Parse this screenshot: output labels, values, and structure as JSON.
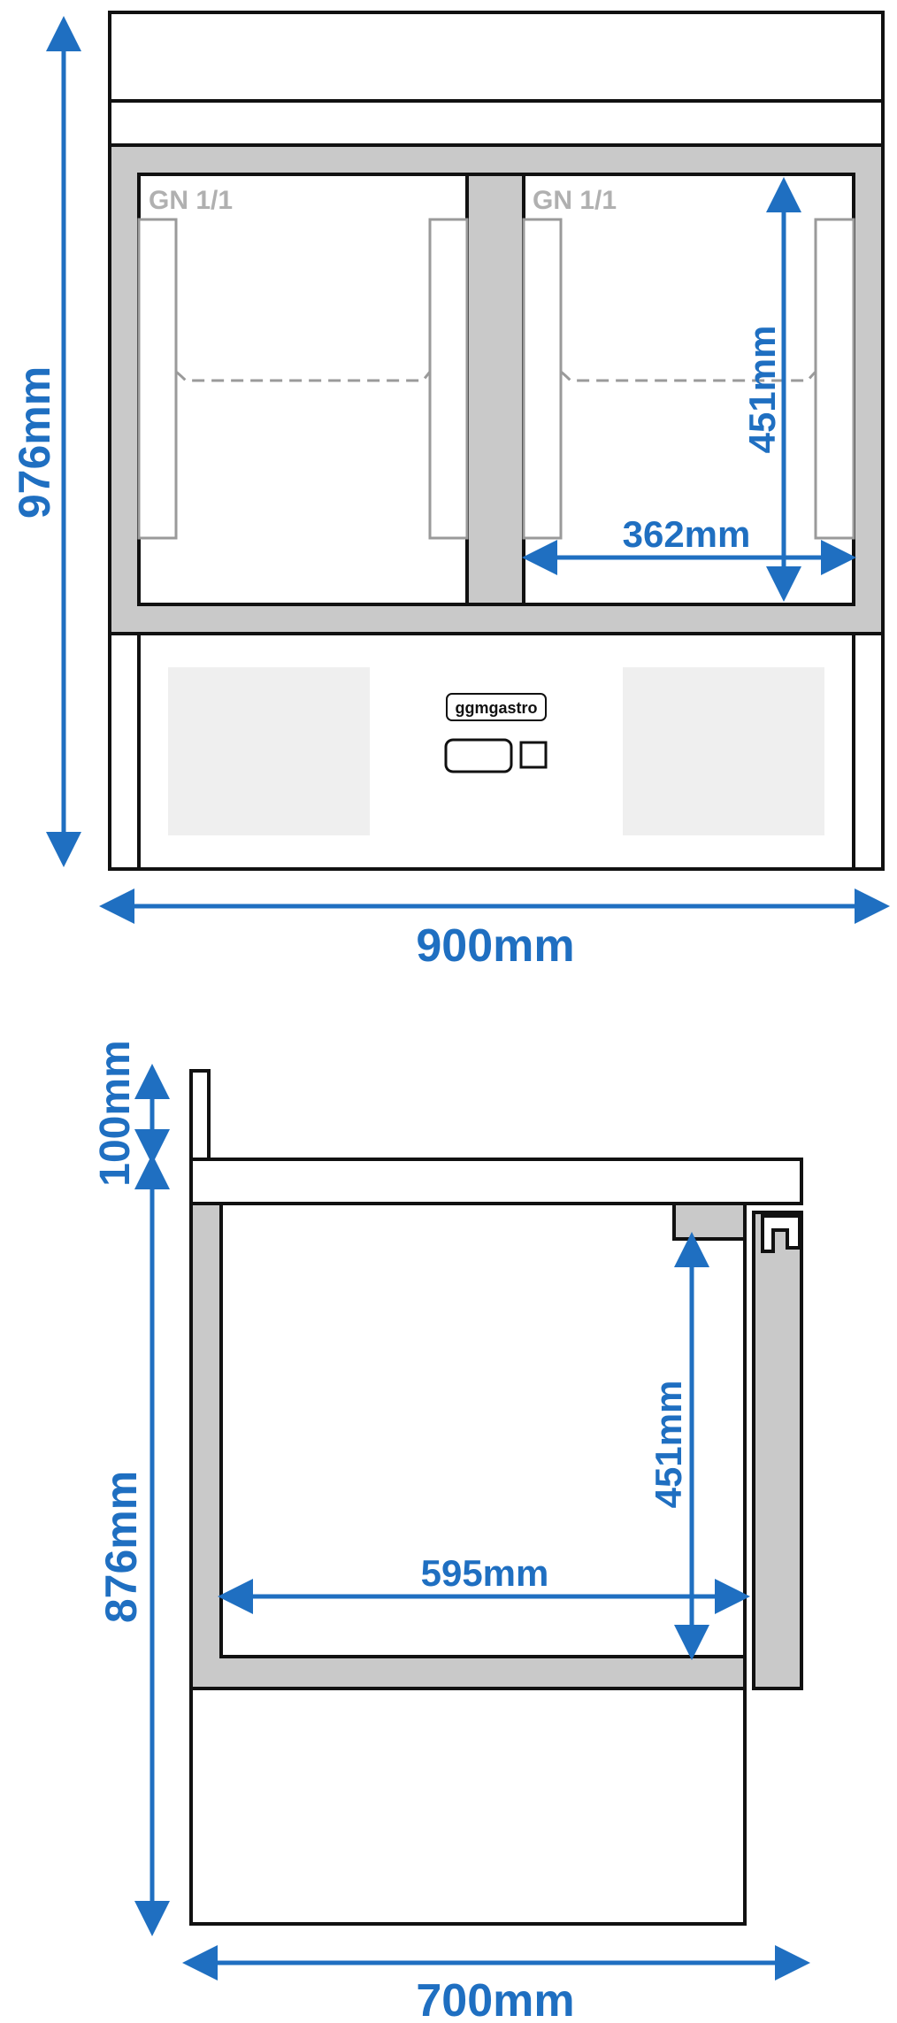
{
  "brand": {
    "logo_text": "ggmgastro"
  },
  "front_view": {
    "compartment_labels": [
      "GN 1/1",
      "GN 1/1"
    ],
    "height_label": "976mm",
    "width_label": "900mm",
    "inner_height_label": "451mm",
    "inner_width_label": "362mm"
  },
  "side_view": {
    "upstand_label": "100mm",
    "body_height_label": "876mm",
    "inner_height_label": "451mm",
    "inner_depth_label": "595mm",
    "depth_label": "700mm"
  },
  "colors": {
    "dimension_blue": "#1F6FC1",
    "body_gray": "#c9c9c9",
    "outline": "#111111"
  }
}
